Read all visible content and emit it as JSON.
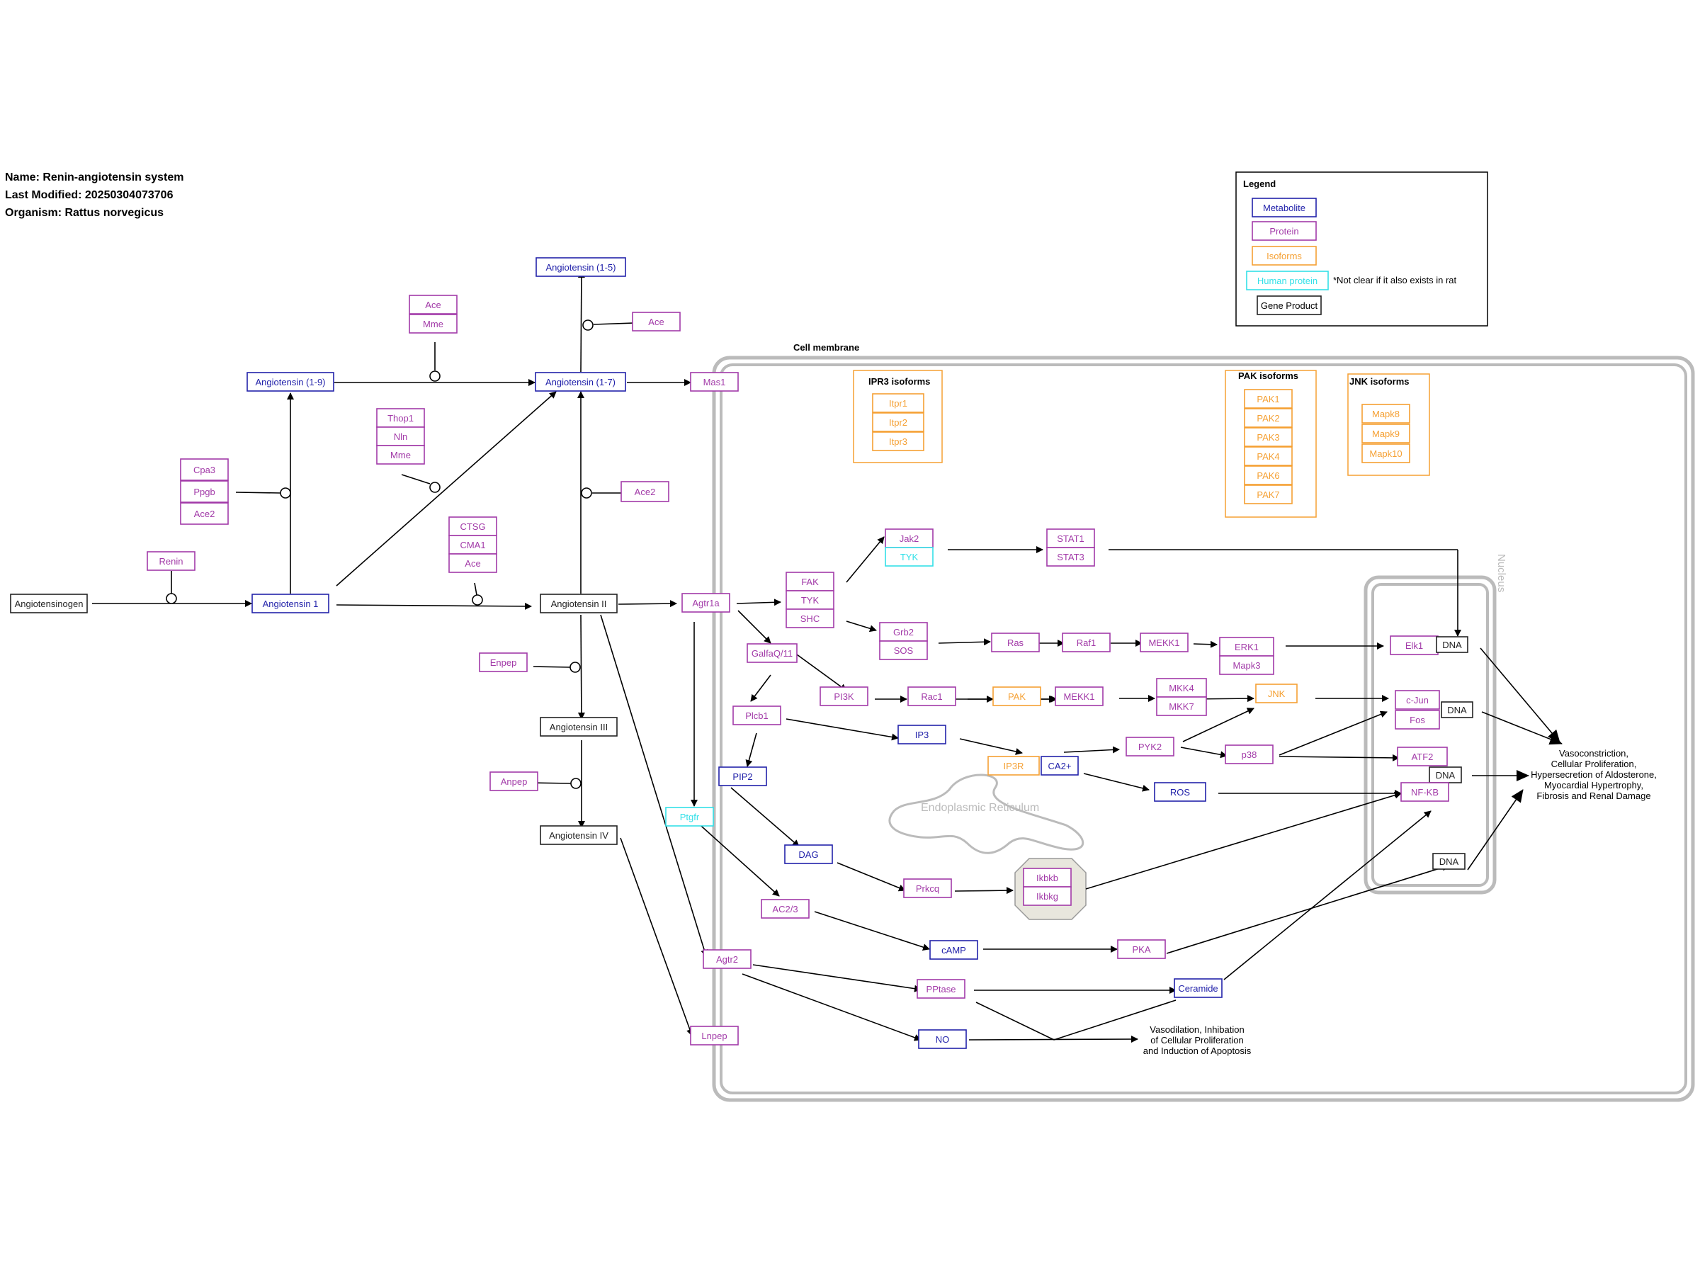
{
  "header": {
    "name": "Name: Renin-angiotensin system",
    "modified": "Last Modified: 20250304073706",
    "organism": "Organism: Rattus norvegicus"
  },
  "colors": {
    "metabolite": "#2222aa",
    "protein": "#a23aa8",
    "isoform": "#f5a033",
    "human": "#33e0e8",
    "gene": "#222222",
    "compartment": "#bbbbbb",
    "er_fill": "#e8e6dd"
  },
  "legend": {
    "title": "Legend",
    "metabolite": "Metabolite",
    "protein": "Protein",
    "isoforms": "Isoforms",
    "human": "Human protein",
    "note": "*Not clear if it also exists in rat",
    "gene": "Gene Product"
  },
  "compartments": {
    "membrane": "Cell membrane",
    "nucleus": "Nucleus",
    "er": "Endoplasmic Reticulum"
  },
  "groups": {
    "ipr3": "IPR3 isoforms",
    "pak": "PAK isoforms",
    "jnk": "JNK isoforms"
  },
  "outcomes": {
    "vaso": [
      "Vasoconstriction,",
      "Cellular Proliferation,",
      "Hypersecretion of Aldosterone,",
      "Myocardial Hypertrophy,",
      "Fibrosis and Renal Damage"
    ],
    "dilation": [
      "Vasodilation, Inhibation",
      "of Cellular Proliferation",
      "and Induction of Apoptosis"
    ]
  },
  "nodes": [
    {
      "id": "angiotensinogen",
      "label": "Angiotensinogen",
      "type": "gene"
    },
    {
      "id": "renin",
      "label": "Renin",
      "type": "protein"
    },
    {
      "id": "ang1",
      "label": "Angiotensin 1",
      "type": "metabolite"
    },
    {
      "id": "cpa3",
      "label": "Cpa3",
      "type": "protein"
    },
    {
      "id": "ppgb",
      "label": "Ppgb",
      "type": "protein"
    },
    {
      "id": "ace2a",
      "label": "Ace2",
      "type": "protein"
    },
    {
      "id": "ang19",
      "label": "Angiotensin (1-9)",
      "type": "metabolite"
    },
    {
      "id": "ace_top",
      "label": "Ace",
      "type": "protein"
    },
    {
      "id": "mme_top",
      "label": "Mme",
      "type": "protein"
    },
    {
      "id": "thop1",
      "label": "Thop1",
      "type": "protein"
    },
    {
      "id": "nln",
      "label": "Nln",
      "type": "protein"
    },
    {
      "id": "mme2",
      "label": "Mme",
      "type": "protein"
    },
    {
      "id": "ctsg",
      "label": "CTSG",
      "type": "protein"
    },
    {
      "id": "cma1",
      "label": "CMA1",
      "type": "protein"
    },
    {
      "id": "ace_mid",
      "label": "Ace",
      "type": "protein"
    },
    {
      "id": "ang15",
      "label": "Angiotensin (1-5)",
      "type": "metabolite"
    },
    {
      "id": "ace_r",
      "label": "Ace",
      "type": "protein"
    },
    {
      "id": "ang17",
      "label": "Angiotensin (1-7)",
      "type": "metabolite"
    },
    {
      "id": "mas1",
      "label": "Mas1",
      "type": "protein"
    },
    {
      "id": "ace2b",
      "label": "Ace2",
      "type": "protein"
    },
    {
      "id": "ang2",
      "label": "Angiotensin II",
      "type": "gene"
    },
    {
      "id": "enpep",
      "label": "Enpep",
      "type": "protein"
    },
    {
      "id": "ang3",
      "label": "Angiotensin III",
      "type": "gene"
    },
    {
      "id": "anpep",
      "label": "Anpep",
      "type": "protein"
    },
    {
      "id": "ang4",
      "label": "Angiotensin IV",
      "type": "gene"
    },
    {
      "id": "agtr1a",
      "label": "Agtr1a",
      "type": "protein"
    },
    {
      "id": "atp6ap2",
      "label": "Ptgfr",
      "type": "human"
    },
    {
      "id": "agtr2",
      "label": "Agtr2",
      "type": "protein"
    },
    {
      "id": "lnpep",
      "label": "Lnpep",
      "type": "protein"
    },
    {
      "id": "fak",
      "label": "FAK",
      "type": "protein"
    },
    {
      "id": "tyk_a",
      "label": "TYK",
      "type": "protein"
    },
    {
      "id": "shc",
      "label": "SHC",
      "type": "protein"
    },
    {
      "id": "gq11",
      "label": "GalfaQ/11",
      "type": "protein"
    },
    {
      "id": "plcb1",
      "label": "Plcb1",
      "type": "protein"
    },
    {
      "id": "pip2",
      "label": "PIP2",
      "type": "metabolite"
    },
    {
      "id": "jak2",
      "label": "Jak2",
      "type": "protein"
    },
    {
      "id": "tyk_h",
      "label": "TYK",
      "type": "human"
    },
    {
      "id": "stat1",
      "label": "STAT1",
      "type": "protein"
    },
    {
      "id": "stat3",
      "label": "STAT3",
      "type": "protein"
    },
    {
      "id": "grb2",
      "label": "Grb2",
      "type": "protein"
    },
    {
      "id": "sos",
      "label": "SOS",
      "type": "protein"
    },
    {
      "id": "ras",
      "label": "Ras",
      "type": "protein"
    },
    {
      "id": "raf1",
      "label": "Raf1",
      "type": "protein"
    },
    {
      "id": "mekk1a",
      "label": "MEKK1",
      "type": "protein"
    },
    {
      "id": "erk1",
      "label": "ERK1",
      "type": "protein"
    },
    {
      "id": "mapk3",
      "label": "Mapk3",
      "type": "protein"
    },
    {
      "id": "pi3k",
      "label": "PI3K",
      "type": "protein"
    },
    {
      "id": "rac1",
      "label": "Rac1",
      "type": "protein"
    },
    {
      "id": "pak",
      "label": "PAK",
      "type": "isoform"
    },
    {
      "id": "mekk1b",
      "label": "MEKK1",
      "type": "protein"
    },
    {
      "id": "mkk4",
      "label": "MKK4",
      "type": "protein"
    },
    {
      "id": "mkk7",
      "label": "MKK7",
      "type": "protein"
    },
    {
      "id": "jnk",
      "label": "JNK",
      "type": "isoform"
    },
    {
      "id": "ip3",
      "label": "IP3",
      "type": "metabolite"
    },
    {
      "id": "ip3r",
      "label": "IP3R",
      "type": "isoform"
    },
    {
      "id": "ca2",
      "label": "CA2+",
      "type": "metabolite"
    },
    {
      "id": "pyk2",
      "label": "PYK2",
      "type": "protein"
    },
    {
      "id": "p38",
      "label": "p38",
      "type": "protein"
    },
    {
      "id": "ros",
      "label": "ROS",
      "type": "metabolite"
    },
    {
      "id": "dag",
      "label": "DAG",
      "type": "metabolite"
    },
    {
      "id": "prkcq",
      "label": "Prkcq",
      "type": "protein"
    },
    {
      "id": "ikbkb",
      "label": "Ikbkb",
      "type": "protein"
    },
    {
      "id": "ikbkg",
      "label": "Ikbkg",
      "type": "protein"
    },
    {
      "id": "ac23",
      "label": "AC2/3",
      "type": "protein"
    },
    {
      "id": "camp",
      "label": "cAMP",
      "type": "metabolite"
    },
    {
      "id": "pka",
      "label": "PKA",
      "type": "protein"
    },
    {
      "id": "pptase",
      "label": "PPtase",
      "type": "protein"
    },
    {
      "id": "ceramide",
      "label": "Ceramide",
      "type": "metabolite"
    },
    {
      "id": "no",
      "label": "NO",
      "type": "metabolite"
    },
    {
      "id": "elk1",
      "label": "Elk1",
      "type": "protein"
    },
    {
      "id": "dna1",
      "label": "DNA",
      "type": "gene"
    },
    {
      "id": "cjun",
      "label": "c-Jun",
      "type": "protein"
    },
    {
      "id": "fos",
      "label": "Fos",
      "type": "protein"
    },
    {
      "id": "dna2",
      "label": "DNA",
      "type": "gene"
    },
    {
      "id": "atf2",
      "label": "ATF2",
      "type": "protein"
    },
    {
      "id": "dna3",
      "label": "DNA",
      "type": "gene"
    },
    {
      "id": "nfkb",
      "label": "NF-KB",
      "type": "protein"
    },
    {
      "id": "dna4",
      "label": "DNA",
      "type": "gene"
    },
    {
      "id": "itpr1",
      "label": "Itpr1",
      "type": "isoform"
    },
    {
      "id": "itpr2",
      "label": "Itpr2",
      "type": "isoform"
    },
    {
      "id": "itpr3",
      "label": "Itpr3",
      "type": "isoform"
    },
    {
      "id": "pak1",
      "label": "PAK1",
      "type": "isoform"
    },
    {
      "id": "pak2",
      "label": "PAK2",
      "type": "isoform"
    },
    {
      "id": "pak3",
      "label": "PAK3",
      "type": "isoform"
    },
    {
      "id": "pak4",
      "label": "PAK4",
      "type": "isoform"
    },
    {
      "id": "pak6",
      "label": "PAK6",
      "type": "isoform"
    },
    {
      "id": "pak7",
      "label": "PAK7",
      "type": "isoform"
    },
    {
      "id": "mapk8",
      "label": "Mapk8",
      "type": "isoform"
    },
    {
      "id": "mapk9",
      "label": "Mapk9",
      "type": "isoform"
    },
    {
      "id": "mapk10",
      "label": "Mapk10",
      "type": "isoform"
    }
  ]
}
